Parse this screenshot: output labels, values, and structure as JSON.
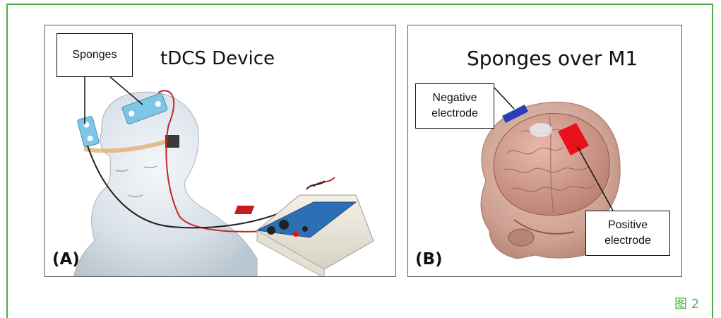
{
  "panel_a": {
    "title": "tDCS Device",
    "tag": "(A)",
    "callout": "Sponges"
  },
  "panel_b": {
    "title": "Sponges over M1",
    "tag": "(B)",
    "callout_negative": "Negative\nelectrode",
    "callout_positive": "Positive\nelectrode"
  },
  "figure_label": "图 2",
  "colors": {
    "frame_green": "#4fb04a",
    "positive_electrode": "#e8101a",
    "negative_electrode": "#2a3fb5",
    "sponge_blue": "#7fc6e6"
  }
}
